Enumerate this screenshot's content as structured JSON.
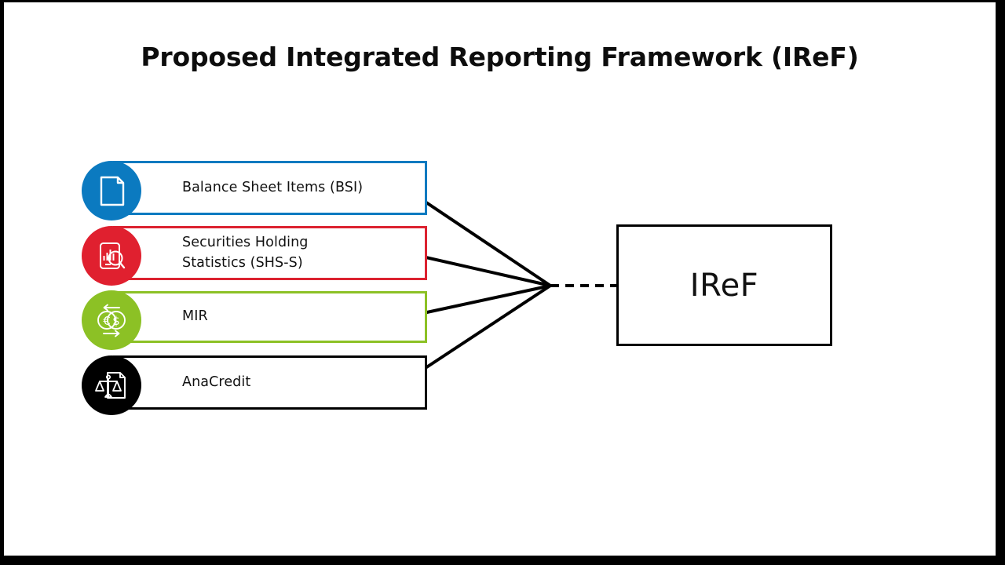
{
  "slide": {
    "title": "Proposed Integrated Reporting Framework (IReF)",
    "background_color": "#ffffff",
    "frame_color": "#000000"
  },
  "sources": [
    {
      "id": "bsi",
      "label": "Balance Sheet Items (BSI)",
      "icon": "document-icon",
      "color": "#0b7ac0"
    },
    {
      "id": "shs",
      "label": "Securities Holding\nStatistics (SHS-S)",
      "icon": "securities-analysis-icon",
      "color": "#dc2230"
    },
    {
      "id": "mir",
      "label": "MIR",
      "icon": "currency-exchange-icon",
      "color": "#8cc125"
    },
    {
      "id": "ana",
      "label": "AnaCredit",
      "icon": "legal-scales-document-icon",
      "color": "#000000"
    }
  ],
  "target": {
    "label": "IReF",
    "border_color": "#000000"
  },
  "connectors": {
    "line_color": "#000000",
    "junction_style": "converging-dashed",
    "endpoint_marker": "dot"
  }
}
